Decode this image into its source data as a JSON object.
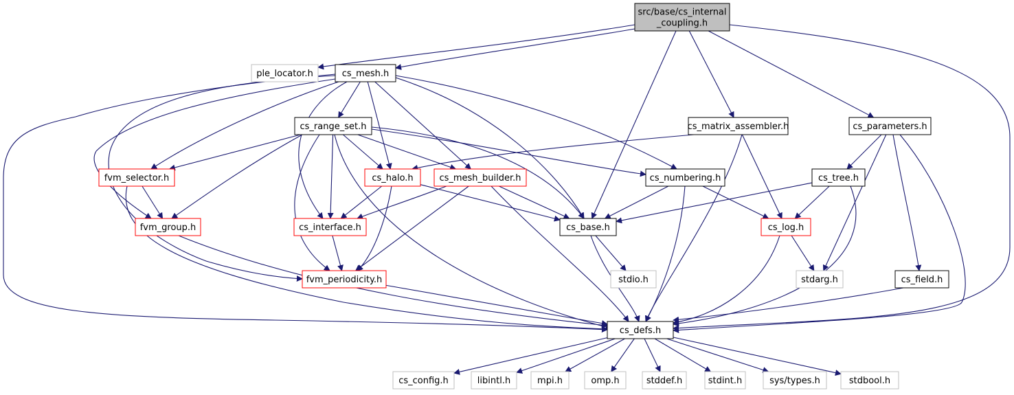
{
  "colors": {
    "edge": "#191970",
    "documented_border": "#000000",
    "truncated_border": "#ff0000",
    "external_border": "#bfbfbf",
    "root_fill": "#bfbfbf"
  },
  "nodes": [
    {
      "id": "root",
      "lines": [
        "src/base/cs_internal",
        "_coupling.h"
      ],
      "style": "root"
    },
    {
      "id": "ple_locator",
      "lines": [
        "ple_locator.h"
      ],
      "style": "external"
    },
    {
      "id": "cs_mesh",
      "lines": [
        "cs_mesh.h"
      ],
      "style": "documented"
    },
    {
      "id": "cs_range_set",
      "lines": [
        "cs_range_set.h"
      ],
      "style": "documented"
    },
    {
      "id": "cs_matrix_assembler",
      "lines": [
        "cs_matrix_assembler.h"
      ],
      "style": "documented"
    },
    {
      "id": "cs_parameters",
      "lines": [
        "cs_parameters.h"
      ],
      "style": "documented"
    },
    {
      "id": "fvm_selector",
      "lines": [
        "fvm_selector.h"
      ],
      "style": "truncated"
    },
    {
      "id": "cs_halo",
      "lines": [
        "cs_halo.h"
      ],
      "style": "truncated"
    },
    {
      "id": "cs_mesh_builder",
      "lines": [
        "cs_mesh_builder.h"
      ],
      "style": "truncated"
    },
    {
      "id": "cs_numbering",
      "lines": [
        "cs_numbering.h"
      ],
      "style": "documented"
    },
    {
      "id": "cs_tree",
      "lines": [
        "cs_tree.h"
      ],
      "style": "documented"
    },
    {
      "id": "fvm_group",
      "lines": [
        "fvm_group.h"
      ],
      "style": "truncated"
    },
    {
      "id": "cs_interface",
      "lines": [
        "cs_interface.h"
      ],
      "style": "truncated"
    },
    {
      "id": "cs_base",
      "lines": [
        "cs_base.h"
      ],
      "style": "documented"
    },
    {
      "id": "cs_log",
      "lines": [
        "cs_log.h"
      ],
      "style": "truncated"
    },
    {
      "id": "stdio",
      "lines": [
        "stdio.h"
      ],
      "style": "external"
    },
    {
      "id": "stdarg",
      "lines": [
        "stdarg.h"
      ],
      "style": "external"
    },
    {
      "id": "cs_field",
      "lines": [
        "cs_field.h"
      ],
      "style": "documented"
    },
    {
      "id": "fvm_periodicity",
      "lines": [
        "fvm_periodicity.h"
      ],
      "style": "truncated"
    },
    {
      "id": "cs_defs",
      "lines": [
        "cs_defs.h"
      ],
      "style": "documented"
    },
    {
      "id": "cs_config",
      "lines": [
        "cs_config.h"
      ],
      "style": "external"
    },
    {
      "id": "libintl",
      "lines": [
        "libintl.h"
      ],
      "style": "external"
    },
    {
      "id": "mpi",
      "lines": [
        "mpi.h"
      ],
      "style": "external"
    },
    {
      "id": "omp",
      "lines": [
        "omp.h"
      ],
      "style": "external"
    },
    {
      "id": "stddef",
      "lines": [
        "stddef.h"
      ],
      "style": "external"
    },
    {
      "id": "stdint",
      "lines": [
        "stdint.h"
      ],
      "style": "external"
    },
    {
      "id": "sys_types",
      "lines": [
        "sys/types.h"
      ],
      "style": "external"
    },
    {
      "id": "stdbool",
      "lines": [
        "stdbool.h"
      ],
      "style": "external"
    }
  ],
  "edges": [
    [
      "root",
      "ple_locator"
    ],
    [
      "root",
      "cs_mesh"
    ],
    [
      "root",
      "cs_base"
    ],
    [
      "root",
      "cs_matrix_assembler"
    ],
    [
      "root",
      "cs_parameters"
    ],
    [
      "root",
      "cs_defs"
    ],
    [
      "cs_mesh",
      "cs_range_set"
    ],
    [
      "cs_mesh",
      "fvm_selector"
    ],
    [
      "cs_mesh",
      "cs_halo"
    ],
    [
      "cs_mesh",
      "cs_mesh_builder"
    ],
    [
      "cs_mesh",
      "cs_numbering"
    ],
    [
      "cs_mesh",
      "fvm_group"
    ],
    [
      "cs_mesh",
      "cs_interface"
    ],
    [
      "cs_mesh",
      "cs_base"
    ],
    [
      "cs_mesh",
      "fvm_periodicity"
    ],
    [
      "cs_mesh",
      "cs_defs"
    ],
    [
      "cs_range_set",
      "fvm_selector"
    ],
    [
      "cs_range_set",
      "cs_halo"
    ],
    [
      "cs_range_set",
      "cs_mesh_builder"
    ],
    [
      "cs_range_set",
      "cs_numbering"
    ],
    [
      "cs_range_set",
      "fvm_group"
    ],
    [
      "cs_range_set",
      "cs_interface"
    ],
    [
      "cs_range_set",
      "cs_base"
    ],
    [
      "cs_range_set",
      "fvm_periodicity"
    ],
    [
      "cs_range_set",
      "cs_defs"
    ],
    [
      "cs_matrix_assembler",
      "cs_halo"
    ],
    [
      "cs_matrix_assembler",
      "cs_log"
    ],
    [
      "cs_matrix_assembler",
      "cs_defs"
    ],
    [
      "cs_parameters",
      "cs_tree"
    ],
    [
      "cs_parameters",
      "stdarg"
    ],
    [
      "cs_parameters",
      "cs_field"
    ],
    [
      "cs_parameters",
      "cs_defs"
    ],
    [
      "fvm_selector",
      "fvm_group"
    ],
    [
      "fvm_selector",
      "cs_defs"
    ],
    [
      "cs_halo",
      "cs_interface"
    ],
    [
      "cs_halo",
      "cs_base"
    ],
    [
      "cs_halo",
      "fvm_periodicity"
    ],
    [
      "cs_mesh_builder",
      "cs_interface"
    ],
    [
      "cs_mesh_builder",
      "cs_base"
    ],
    [
      "cs_mesh_builder",
      "fvm_periodicity"
    ],
    [
      "cs_mesh_builder",
      "cs_defs"
    ],
    [
      "cs_numbering",
      "cs_base"
    ],
    [
      "cs_numbering",
      "cs_log"
    ],
    [
      "cs_numbering",
      "cs_defs"
    ],
    [
      "cs_tree",
      "cs_base"
    ],
    [
      "cs_tree",
      "cs_log"
    ],
    [
      "cs_tree",
      "cs_defs"
    ],
    [
      "fvm_group",
      "cs_defs"
    ],
    [
      "cs_interface",
      "fvm_periodicity"
    ],
    [
      "cs_base",
      "stdio"
    ],
    [
      "cs_base",
      "cs_defs"
    ],
    [
      "cs_log",
      "stdarg"
    ],
    [
      "cs_log",
      "cs_defs"
    ],
    [
      "cs_field",
      "cs_defs"
    ],
    [
      "fvm_periodicity",
      "cs_defs"
    ],
    [
      "cs_defs",
      "cs_config"
    ],
    [
      "cs_defs",
      "libintl"
    ],
    [
      "cs_defs",
      "mpi"
    ],
    [
      "cs_defs",
      "omp"
    ],
    [
      "cs_defs",
      "stddef"
    ],
    [
      "cs_defs",
      "stdint"
    ],
    [
      "cs_defs",
      "sys_types"
    ],
    [
      "cs_defs",
      "stdbool"
    ]
  ]
}
